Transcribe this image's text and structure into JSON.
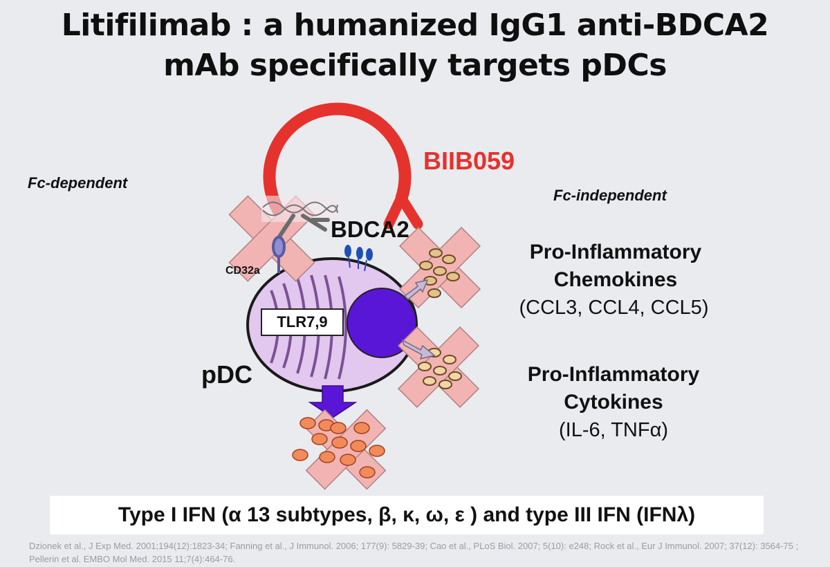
{
  "title": {
    "line1": "Litifilimab : a humanized IgG1 anti-BDCA2",
    "line2": "mAb specifically targets pDCs"
  },
  "labels": {
    "fc_dependent": "Fc-dependent",
    "fc_independent": "Fc-independent",
    "antibody": "BIIB059",
    "receptor": "BDCA2",
    "fc_receptor": "CD32a",
    "cell": "pDC",
    "tlr": "TLR7,9"
  },
  "outputs": {
    "chemokines": {
      "line1": "Pro-Inflammatory",
      "line2": "Chemokines",
      "examples": "(CCL3, CCL4, CCL5)"
    },
    "cytokines": {
      "line1": "Pro-Inflammatory",
      "line2": "Cytokines",
      "examples": "(IL-6, TNFα)"
    }
  },
  "ifn_statement": "Type I IFN (α 13 subtypes, β, κ, ω, ε ) and type III IFN (IFNλ)",
  "references": "Dzionek et al., J Exp Med. 2001;194(12):1823-34; Fanning et al., J Immunol. 2006; 177(9): 5829-39;  Cao et al., PLoS Biol. 2007; 5(10): e248; Rock et al., Eur J Immunol. 2007; 37(12): 3564-75 ; Pellerin et al. EMBO Mol Med. 2015 11;7(4):464-76.",
  "colors": {
    "antibody_red": "#e5322d",
    "cell_fill": "#e2c7ee",
    "nucleus": "#5a16d6",
    "block_cross": "#f2b3b3",
    "granule_fill": "#e3c28b",
    "ifn_granule": "#f28a5a"
  }
}
